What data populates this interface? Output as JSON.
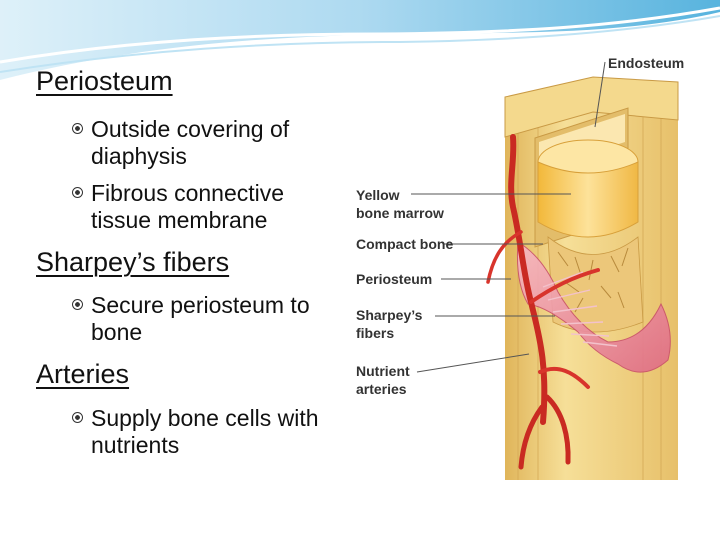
{
  "slide": {
    "headings": [
      {
        "title": "Periosteum",
        "bullets": [
          "Outside covering of diaphysis",
          "Fibrous connective tissue membrane"
        ]
      },
      {
        "title": "Sharpey’s fibers",
        "bullets": [
          "Secure periosteum to bone"
        ]
      },
      {
        "title": "Arteries",
        "bullets": [
          "Supply bone cells with nutrients"
        ]
      }
    ]
  },
  "figure": {
    "labels": {
      "endosteum": "Endosteum",
      "yellow_marrow_1": "Yellow",
      "yellow_marrow_2": "bone marrow",
      "compact_bone": "Compact bone",
      "periosteum": "Periosteum",
      "sharpeys_1": "Sharpey’s",
      "sharpeys_2": "fibers",
      "nutrient_1": "Nutrient",
      "nutrient_2": "arteries"
    },
    "colors": {
      "bone": "#f2d27a",
      "bone_dark": "#d9a84a",
      "marrow": "#f6c94f",
      "periosteum": "#e8879a",
      "artery": "#d8342c",
      "leader": "#555555",
      "wave_blue": "#3aa6d8"
    }
  }
}
